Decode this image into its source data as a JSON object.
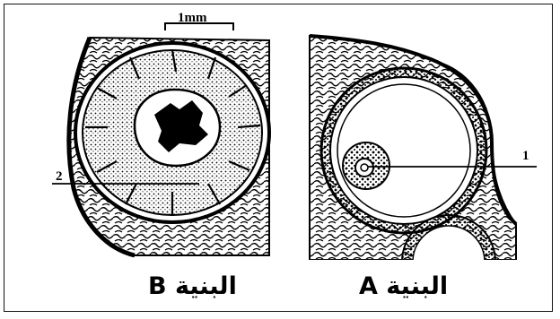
{
  "figure": {
    "scale_bar": "1mm",
    "caption_a": "البنية A",
    "caption_b": "البنية B",
    "label_1": "1",
    "label_2": "2"
  }
}
